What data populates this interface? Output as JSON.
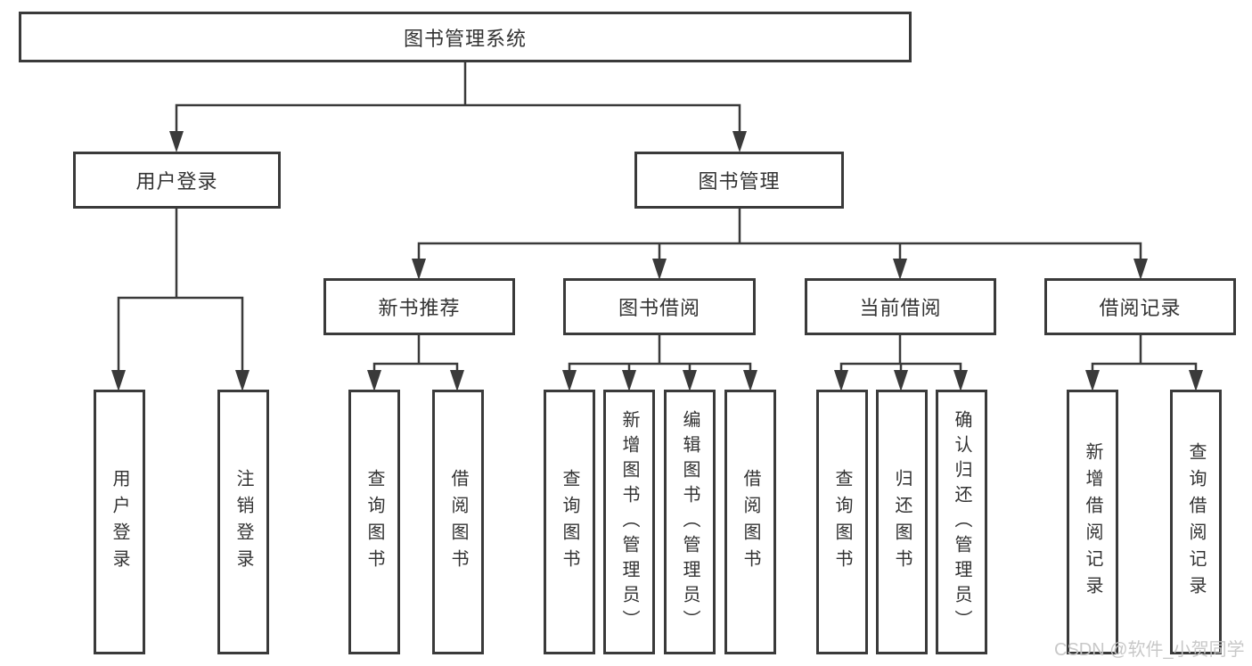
{
  "diagram": {
    "title": "图书管理系统",
    "branches": [
      {
        "label": "用户登录",
        "children": [
          {
            "label": "用户登录"
          },
          {
            "label": "注销登录"
          }
        ]
      },
      {
        "label": "图书管理",
        "children": [
          {
            "label": "新书推荐",
            "children": [
              {
                "label": "查询图书"
              },
              {
                "label": "借阅图书"
              }
            ]
          },
          {
            "label": "图书借阅",
            "children": [
              {
                "label": "查询图书"
              },
              {
                "label": "新增图书（管理员）"
              },
              {
                "label": "编辑图书（管理员）"
              },
              {
                "label": "借阅图书"
              }
            ]
          },
          {
            "label": "当前借阅",
            "children": [
              {
                "label": "查询图书"
              },
              {
                "label": "归还图书"
              },
              {
                "label": "确认归还（管理员）"
              }
            ]
          },
          {
            "label": "借阅记录",
            "children": [
              {
                "label": "新增借阅记录"
              },
              {
                "label": "查询借阅记录"
              }
            ]
          }
        ]
      }
    ]
  },
  "watermark": "CSDN @软件_小贺同学",
  "colors": {
    "line": "#3a3a3a",
    "box_border": "#3a3a3a",
    "text": "#333333",
    "watermark_text": "#c6c6c6",
    "background": "#ffffff"
  }
}
